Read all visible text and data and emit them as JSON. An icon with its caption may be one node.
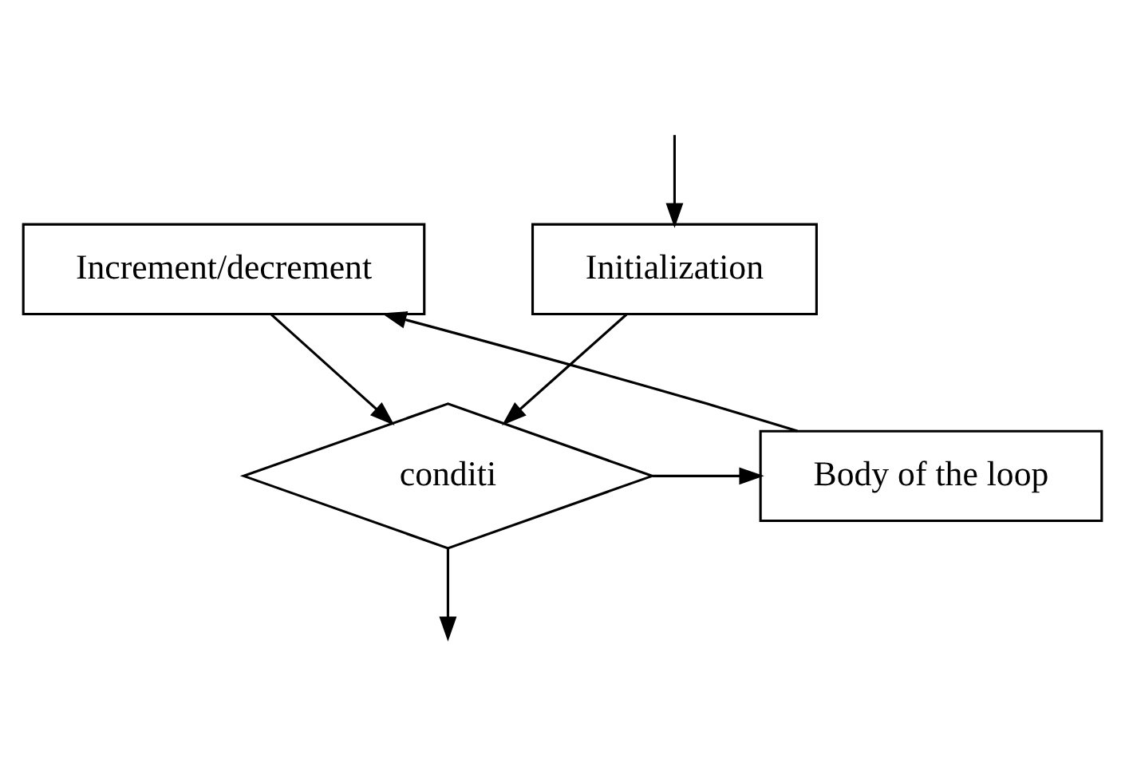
{
  "diagram": {
    "nodes": [
      {
        "text": [
          "Initialization"
        ]
      },
      {
        "text": [
          "Increment/decrement"
        ]
      },
      {
        "text": [
          "Body of the loop"
        ]
      },
      {
        "text": [
          "conditi"
        ]
      }
    ],
    "edges": [
      {
        "from": null,
        "to": 0,
        "arrow": "to"
      },
      {
        "from": 0,
        "to": 3,
        "arrow": "to"
      },
      {
        "from": 1,
        "to": 3,
        "arrow": "to"
      },
      {
        "from": 3,
        "to": 2,
        "arrow": "to"
      },
      {
        "from": 2,
        "to": 1,
        "arrow": "to"
      },
      {
        "from": 3,
        "to": null,
        "arrow": "to"
      }
    ]
  }
}
